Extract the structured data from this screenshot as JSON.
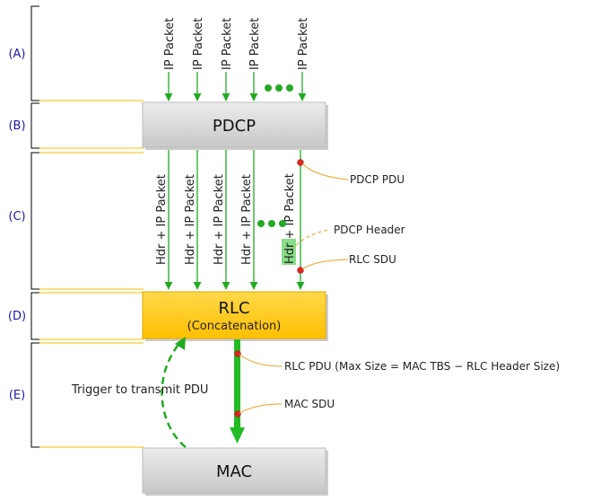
{
  "sections": [
    "(A)",
    "(B)",
    "(C)",
    "(D)",
    "(E)"
  ],
  "boxes": {
    "pdcp": "PDCP",
    "rlc": "RLC",
    "rlc_sub": "(Concatenation)",
    "mac": "MAC"
  },
  "ip_packet_label": "IP Packet",
  "hdr_packet_label": "Hdr + IP Packet",
  "hdr_label": "Hdr",
  "hdr_rest_label": " + IP Packet",
  "callouts": {
    "pdcp_pdu": "PDCP PDU",
    "pdcp_header": "PDCP Header",
    "rlc_sdu": "RLC SDU",
    "rlc_pdu": "RLC PDU (Max Size = MAC TBS − RLC Header Size)",
    "mac_sdu": "MAC SDU",
    "trigger": "Trigger to transmit PDU"
  },
  "colors": {
    "arrow_green": "#22aa22",
    "rlc_yellow": "#ffcc00",
    "box_gray": "#d4d4d4",
    "bracket_yellow": "#f0c000",
    "dot_red": "#dd2222",
    "callout_orange": "#f0a020",
    "section_blue": "#1a1aa6",
    "hdr_highlight": "#88dd88"
  }
}
